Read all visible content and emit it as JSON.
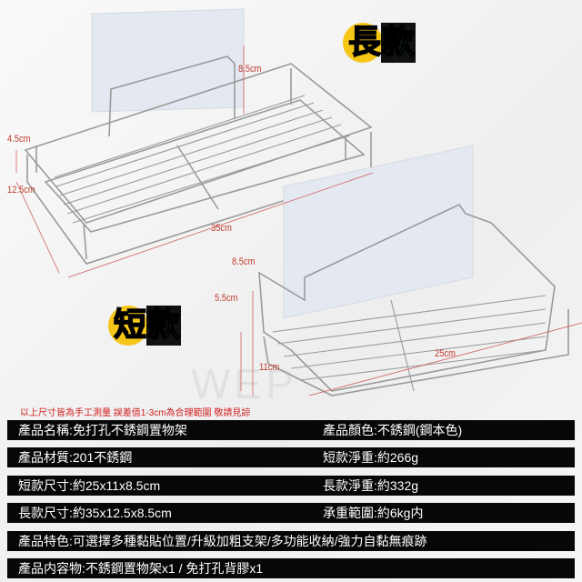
{
  "watermark": "WEP",
  "long_model": {
    "label_part1": "長",
    "label_part2": "款",
    "height": "8.5cm",
    "front_height": "4.5cm",
    "depth": "12.5cm",
    "width": "35cm"
  },
  "short_model": {
    "label_part1": "短",
    "label_part2": "款",
    "height": "8.5cm",
    "front_height": "5.5cm",
    "depth": "11cm",
    "width": "25cm"
  },
  "note": "以上尺寸皆為手工測量 誤差值1-3cm為合理範圍 敬請見諒",
  "specs": [
    {
      "left": "產品名稱:免打孔不銹鋼置物架",
      "right": "產品顏色:不銹鋼(鋼本色)"
    },
    {
      "left": "產品材質:201不銹鋼",
      "right": "短款淨重:約266g"
    },
    {
      "left": "短款尺寸:約25x11x8.5cm",
      "right": "長款淨重:約332g"
    },
    {
      "left": "長款尺寸:約35x12.5x8.5cm",
      "right": "承重範圍:約6kg内"
    },
    {
      "left": "產品特色:可選擇多種黏貼位置/升級加粗支架/多功能收納/強力自黏無痕跡"
    },
    {
      "left": "產品内容物:不銹鋼置物架x1 / 免打孔背膠x1"
    }
  ]
}
